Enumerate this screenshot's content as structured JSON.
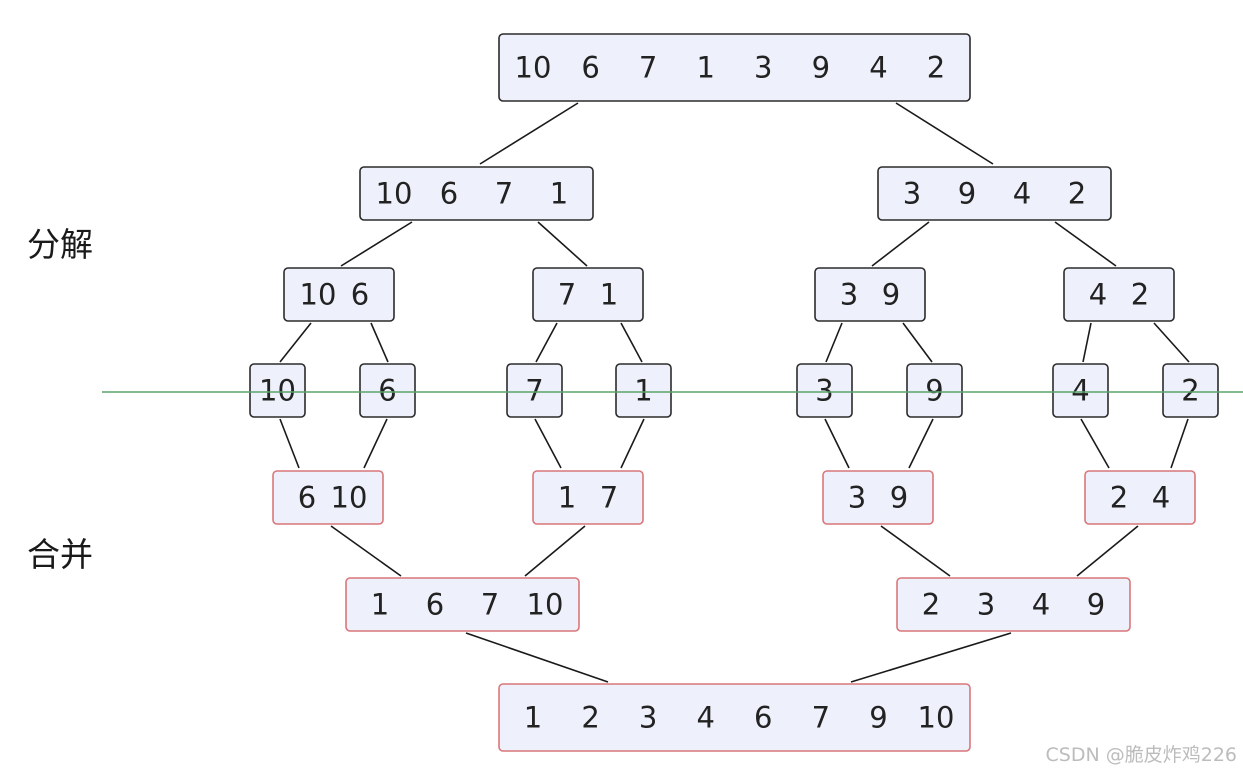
{
  "labels": {
    "split": "分解",
    "merge": "合并"
  },
  "watermark": "CSDN @脆皮炸鸡226",
  "colors": {
    "split_border": "#2b2b2b",
    "merge_border": "#d9777a",
    "box_fill": "#eef1fb",
    "divider": "#5aa36a"
  },
  "split_levels": [
    [
      [
        10,
        6,
        7,
        1,
        3,
        9,
        4,
        2
      ]
    ],
    [
      [
        10,
        6,
        7,
        1
      ],
      [
        3,
        9,
        4,
        2
      ]
    ],
    [
      [
        10,
        6
      ],
      [
        7,
        1
      ],
      [
        3,
        9
      ],
      [
        4,
        2
      ]
    ],
    [
      [
        10
      ],
      [
        6
      ],
      [
        7
      ],
      [
        1
      ],
      [
        3
      ],
      [
        9
      ],
      [
        4
      ],
      [
        2
      ]
    ]
  ],
  "merge_levels": [
    [
      [
        6,
        10
      ],
      [
        1,
        7
      ],
      [
        3,
        9
      ],
      [
        2,
        4
      ]
    ],
    [
      [
        1,
        6,
        7,
        10
      ],
      [
        2,
        3,
        4,
        9
      ]
    ],
    [
      [
        1,
        2,
        3,
        4,
        6,
        7,
        9,
        10
      ]
    ]
  ]
}
